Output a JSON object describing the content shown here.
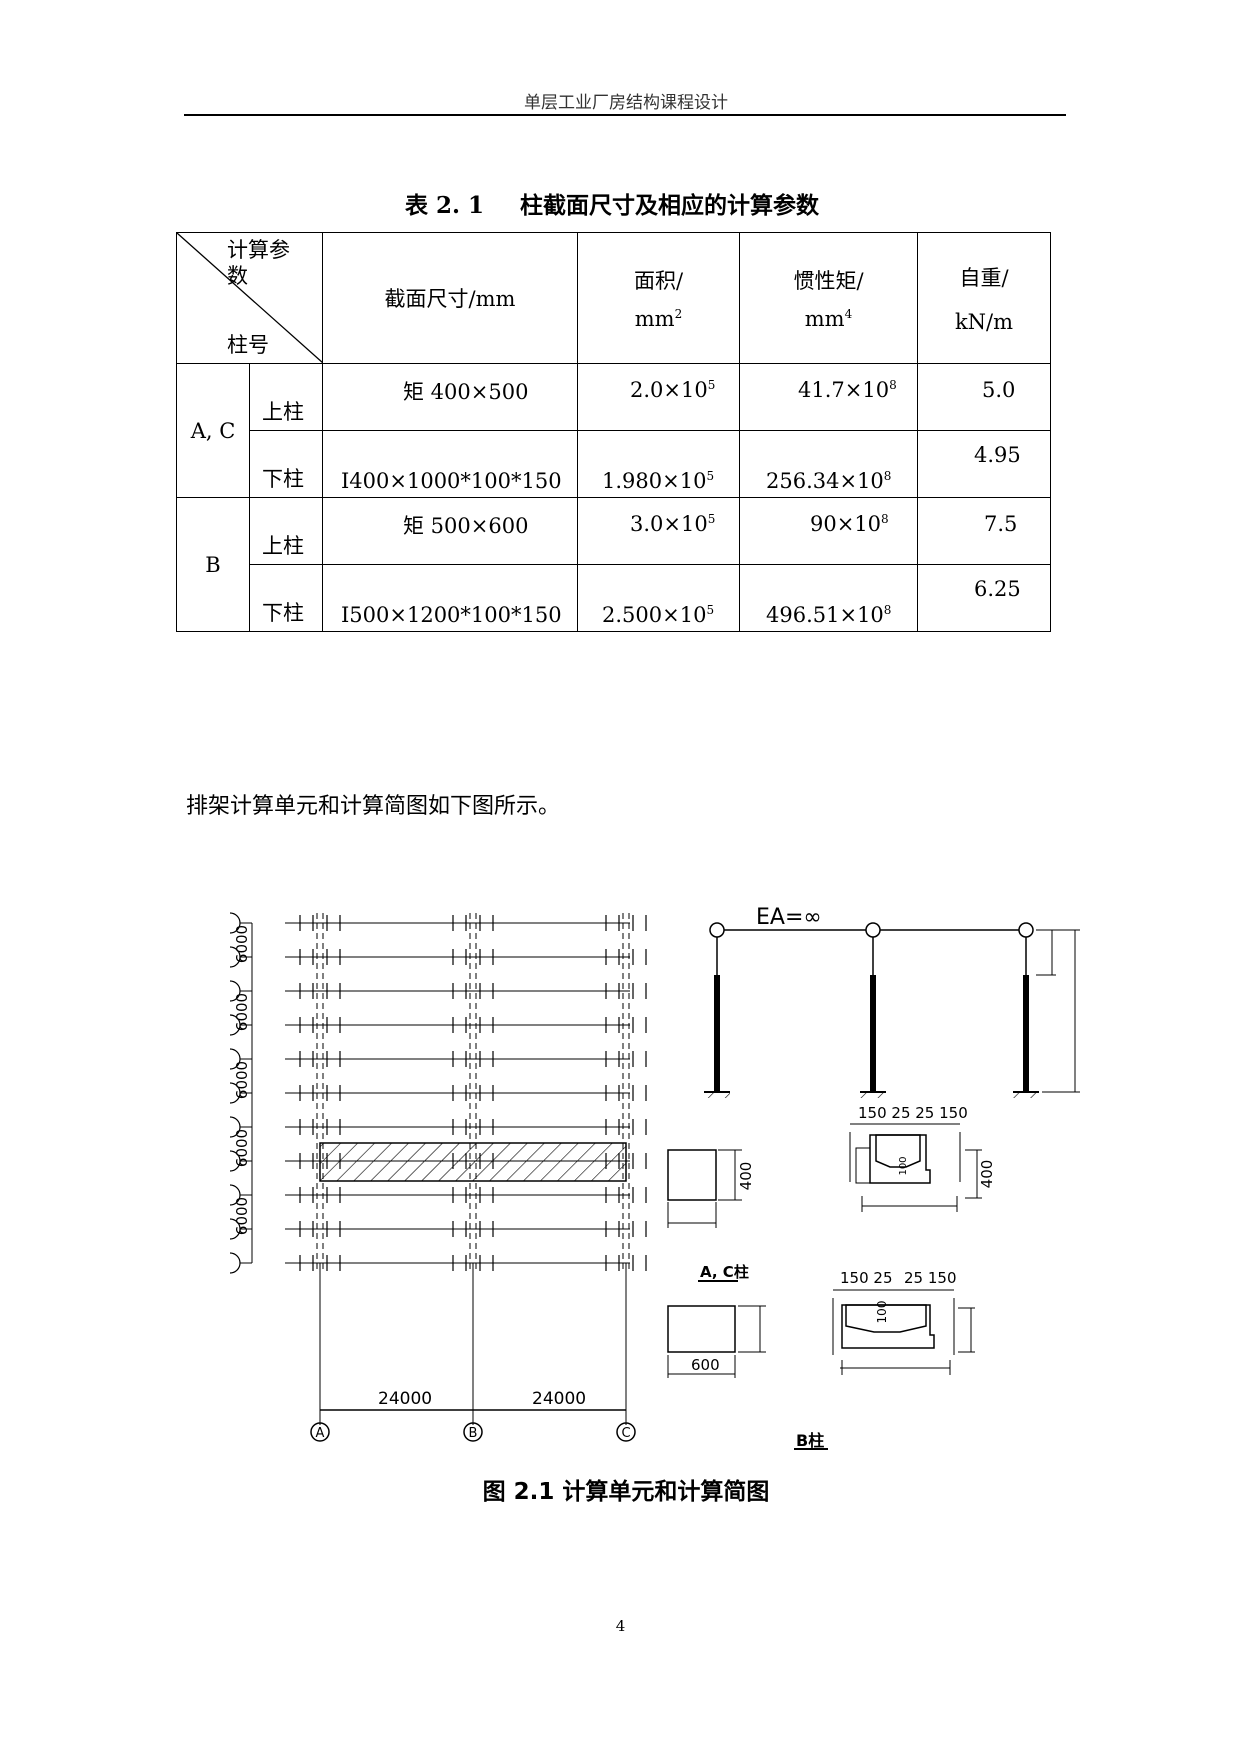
{
  "header": {
    "title": "单层工业厂房结构课程设计"
  },
  "table": {
    "caption_num": "表 2. 1",
    "caption_title": "柱截面尺寸及相应的计算参数",
    "corner_top": "计算参数",
    "corner_bottom": "柱号",
    "col_section": "截面尺寸/mm",
    "col_area": "面积/",
    "col_area_unit": "mm",
    "col_area_exp": "2",
    "col_inertia": "惯性矩/",
    "col_inertia_unit": "mm",
    "col_inertia_exp": "4",
    "col_weight": "自重/",
    "col_weight_unit": "kN/m",
    "rows": [
      {
        "group": "A, C",
        "part": "上柱",
        "section": "矩 400×500",
        "area_m": "2.0×10",
        "area_e": "5",
        "inertia_m": "41.7×10",
        "inertia_e": "8",
        "weight": "5.0"
      },
      {
        "group": "A, C",
        "part": "下柱",
        "section": "I400×1000*100*150",
        "area_m": "1.980×10",
        "area_e": "5",
        "inertia_m": "256.34×10",
        "inertia_e": "8",
        "weight": "4.95"
      },
      {
        "group": "B",
        "part": "上柱",
        "section": "矩 500×600",
        "area_m": "3.0×10",
        "area_e": "5",
        "inertia_m": "90×10",
        "inertia_e": "8",
        "weight": "7.5"
      },
      {
        "group": "B",
        "part": "下柱",
        "section": "I500×1200*100*150",
        "area_m": "2.500×10",
        "area_e": "5",
        "inertia_m": "496.51×10",
        "inertia_e": "8",
        "weight": "6.25"
      }
    ],
    "group_ac": "A, C",
    "group_b": "B"
  },
  "body": {
    "text": "排架计算单元和计算简图如下图所示。"
  },
  "figure": {
    "bay_label": "6000",
    "span_left": "24000",
    "span_right": "24000",
    "axis_a": "A",
    "axis_b": "B",
    "axis_c": "C",
    "ea_label": "EA=∞",
    "ac_dims": "150 25 25 150",
    "ac_web": "100",
    "ac_depth": "400",
    "ac_rect": "400",
    "ac_label": "A, C柱",
    "b_dims_l": "150 25",
    "b_dims_r": "25 150",
    "b_web": "100",
    "b_rect": "600",
    "b_label": "B柱"
  },
  "caption": {
    "text": "图 2.1  计算单元和计算简图"
  },
  "page": {
    "number": "4"
  }
}
